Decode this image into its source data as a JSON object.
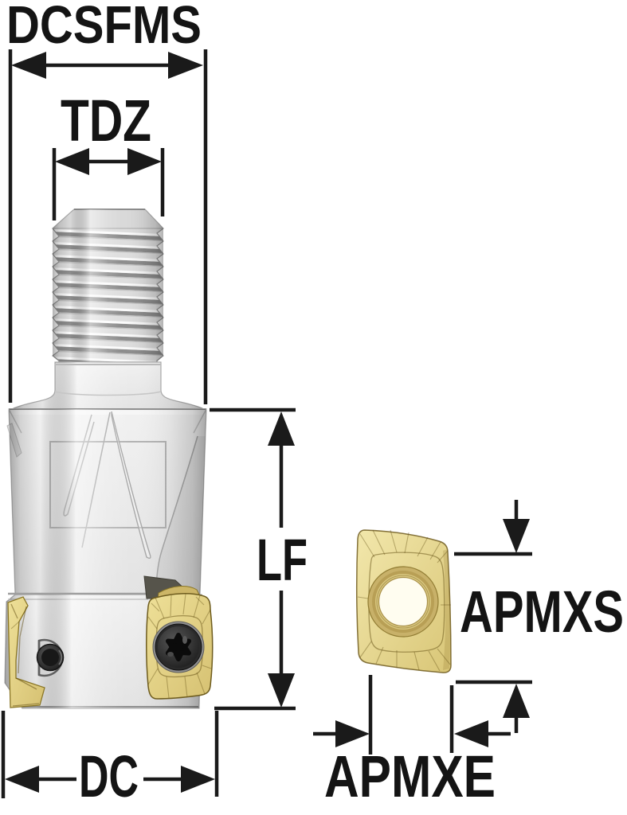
{
  "diagram": {
    "type": "technical-drawing",
    "subject": "indexable end mill with screw-clamped milling insert",
    "dimensions": {
      "dcsfms": "DCSFMS",
      "tdz": "TDZ",
      "lf": "LF",
      "dc": "DC",
      "apmxs": "APMXS",
      "apmxe": "APMXE"
    },
    "colors": {
      "dimension_line": "#1a1a1a",
      "background": "#ffffff",
      "tool_body_gray": "#ececec",
      "thread_gray": "#8d8d8d",
      "insert_gold": "#e9dc9a",
      "insert_gold_dark": "#c9b269",
      "screw_black": "#1e1e1e"
    }
  }
}
